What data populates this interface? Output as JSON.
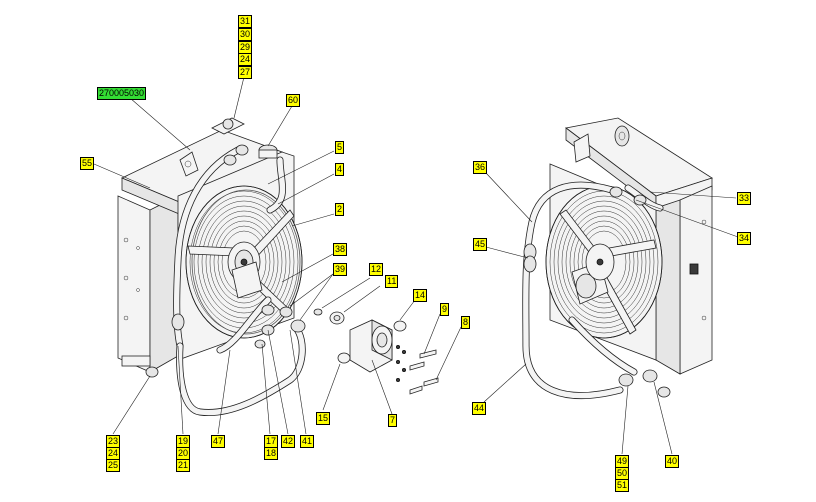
{
  "labels": [
    {
      "id": "31",
      "text": "31"
    },
    {
      "id": "30",
      "text": "30"
    },
    {
      "id": "29",
      "text": "29"
    },
    {
      "id": "24a",
      "text": "24"
    },
    {
      "id": "27",
      "text": "27"
    },
    {
      "id": "assembly",
      "text": "270005030",
      "highlight": "#33dd33"
    },
    {
      "id": "60",
      "text": "60"
    },
    {
      "id": "55",
      "text": "55"
    },
    {
      "id": "5",
      "text": "5"
    },
    {
      "id": "4",
      "text": "4"
    },
    {
      "id": "2",
      "text": "2"
    },
    {
      "id": "38",
      "text": "38"
    },
    {
      "id": "39",
      "text": "39"
    },
    {
      "id": "12",
      "text": "12"
    },
    {
      "id": "11",
      "text": "11"
    },
    {
      "id": "14",
      "text": "14"
    },
    {
      "id": "9",
      "text": "9"
    },
    {
      "id": "8",
      "text": "8"
    },
    {
      "id": "15",
      "text": "15"
    },
    {
      "id": "7",
      "text": "7"
    },
    {
      "id": "23",
      "text": "23"
    },
    {
      "id": "24b",
      "text": "24"
    },
    {
      "id": "25",
      "text": "25"
    },
    {
      "id": "19",
      "text": "19"
    },
    {
      "id": "20",
      "text": "20"
    },
    {
      "id": "21",
      "text": "21"
    },
    {
      "id": "47",
      "text": "47"
    },
    {
      "id": "17",
      "text": "17"
    },
    {
      "id": "18",
      "text": "18"
    },
    {
      "id": "42",
      "text": "42"
    },
    {
      "id": "41",
      "text": "41"
    },
    {
      "id": "36",
      "text": "36"
    },
    {
      "id": "45",
      "text": "45"
    },
    {
      "id": "44",
      "text": "44"
    },
    {
      "id": "33",
      "text": "33"
    },
    {
      "id": "34",
      "text": "34"
    },
    {
      "id": "49",
      "text": "49"
    },
    {
      "id": "50",
      "text": "50"
    },
    {
      "id": "51",
      "text": "51"
    },
    {
      "id": "40",
      "text": "40"
    }
  ]
}
